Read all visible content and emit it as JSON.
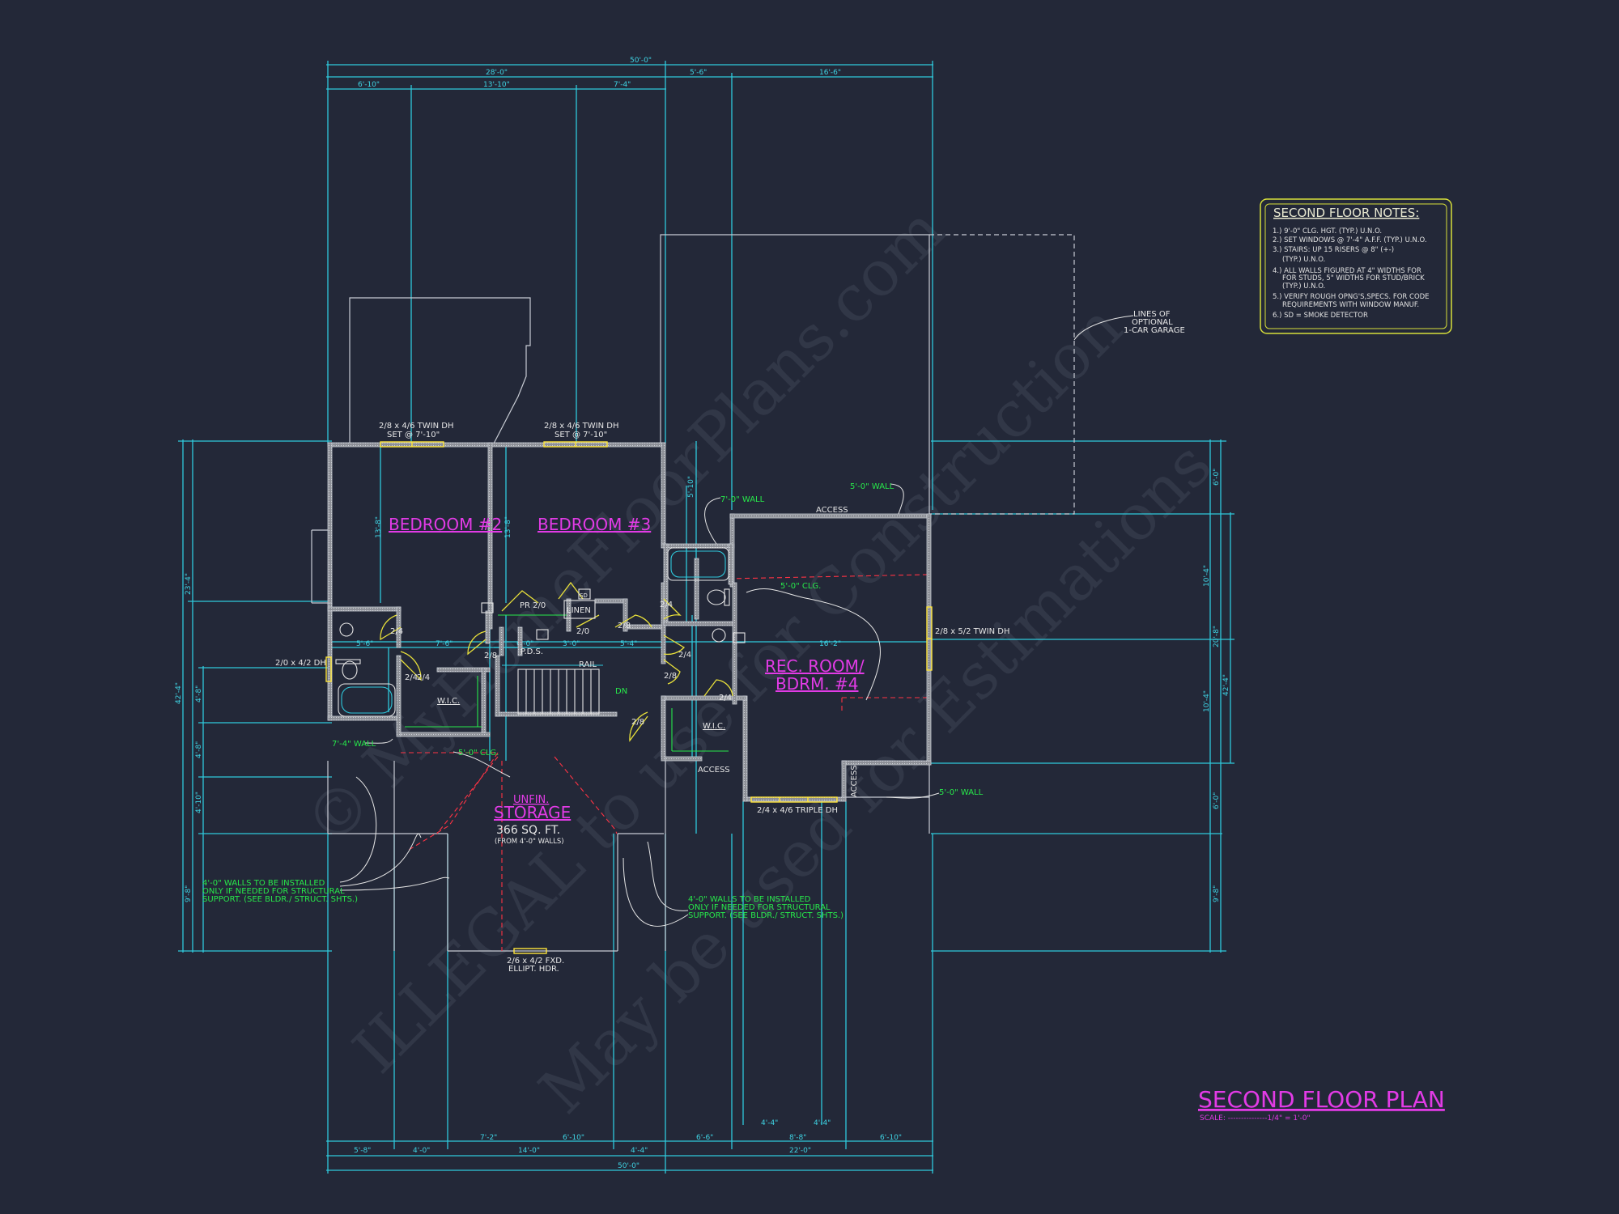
{
  "plan_title": "SECOND FLOOR PLAN",
  "plan_scale": "SCALE: ---------------1/4\" = 1'-0\"",
  "notes": {
    "title": "SECOND FLOOR NOTES:",
    "items": [
      "1.) 9'-0\" CLG. HGT. (TYP.) U.N.O.",
      "2.) SET WINDOWS @ 7'-4\" A.F.F. (TYP.) U.N.O.",
      "3.) STAIRS: UP 15 RISERS @ 8\" (+-)",
      "(TYP.) U.N.O.",
      "4.) ALL WALLS FIGURED AT 4\" WIDTHS FOR",
      "FOR STUDS, 5\" WIDTHS FOR STUD/BRICK",
      "(TYP.) U.N.O.",
      "5.) VERIFY ROUGH OPNG'S,SPECS. FOR CODE",
      "REQUIREMENTS WITH WINDOW MANUF.",
      "6.) SD = SMOKE DETECTOR"
    ]
  },
  "rooms": {
    "bedroom2": "BEDROOM #2",
    "bedroom3": "BEDROOM #3",
    "rec1": "REC. ROOM/",
    "rec2": "BDRM. #4",
    "unfin": "UNFIN.",
    "storage": "STORAGE",
    "sqft": "366 SQ. FT.",
    "from_walls": "(FROM 4'-0\" WALLS)"
  },
  "labels": {
    "garage1": "LINES OF",
    "garage2": "OPTIONAL",
    "garage3": "1-CAR GARAGE",
    "win_b2": "2/8 x 4/6 TWIN DH",
    "win_b2_set": "SET @ 7'-10\"",
    "win_b3": "2/8 x 4/6 TWIN DH",
    "win_b3_set": "SET @ 7'-10\"",
    "win_rec": "2/8 x 5/2 TWIN DH",
    "win_triple": "2/4 x 4/6 TRIPLE DH",
    "win_bath": "2/0 x 4/2 DH",
    "win_ellipt1": "2/6 x 4/2 FXD.",
    "win_ellipt2": "ELLIPT. HDR.",
    "access1": "ACCESS",
    "access2": "ACCESS",
    "access3": "ACCESS",
    "linen": "LINEN",
    "pds": "P.D.S.",
    "rail": "RAIL",
    "wic1": "W.I.C.",
    "wic2": "W.I.C.",
    "pr": "PR 2/0",
    "dn": "DN",
    "sd": "SD"
  },
  "green_notes": {
    "wall7a": "7'-0\" WALL",
    "wall5a": "5'-0\" WALL",
    "clg5a": "5'-0\" CLG.",
    "wall7b": "7'-4\" WALL",
    "clg5b": "5'-0\" CLG.",
    "wall5b": "5'-0\" WALL",
    "left1": "4'-0\" WALLS TO BE INSTALLED",
    "left2": "ONLY IF NEEDED FOR STRUCTURAL",
    "left3": "SUPPORT. (SEE BLDR./ STRUCT. SHTS.)",
    "right1": "4'-0\" WALLS TO BE INSTALLED",
    "right2": "ONLY IF NEEDED FOR STRUCTURAL",
    "right3": "SUPPORT. (SEE BLDR./ STRUCT. SHTS.)"
  },
  "dims": {
    "top_total": "50'-0\"",
    "top_a": "28'-0\"",
    "top_b": "5'-6\"",
    "top_c": "16'-6\"",
    "top_d": "6'-10\"",
    "top_e": "13'-10\"",
    "top_f": "7'-4\"",
    "bot_total": "50'-0\"",
    "bot_a": "5'-8\"",
    "bot_b": "4'-0\"",
    "bot_c": "14'-0\"",
    "bot_d": "4'-4\"",
    "bot_e": "22'-0\"",
    "bot_f": "6'-10\"",
    "bot_g": "7'-2\"",
    "bot_h": "6'-10\"",
    "bot_i": "6'-6\"",
    "bot_j": "8'-8\"",
    "bot_k": "4'-4\"",
    "bot_l": "4'-4\"",
    "left_total": "42'-4\"",
    "left_a": "23'-4\"",
    "left_b": "4'-8\"",
    "left_c": "4'-8\"",
    "left_d": "4'-10\"",
    "left_e": "9'-8\"",
    "right_total": "42'-4\"",
    "right_a": "6'-0\"",
    "right_b": "10'-4\"",
    "right_c": "20'-8\"",
    "right_d": "10'-4\"",
    "right_e": "6'-0\"",
    "right_f": "9'-8\"",
    "r1": "13'-8\"",
    "r2": "13'-8\"",
    "r3": "16'-2\"",
    "r4": "7'-6\"",
    "r5": "5'-6\"",
    "r6": "6'-0\"",
    "r7": "3'-0\"",
    "r8": "5'-4\"",
    "r9": "5'-10\""
  },
  "doors": [
    "2/4",
    "2/4",
    "2/8",
    "2/0",
    "2/8",
    "2/4",
    "2/8",
    "2/4",
    "2/4",
    "2/8",
    "2/4"
  ],
  "watermark": {
    "line1": "© MyHomeFloorPlans.com",
    "line2": "ILLEGAL to use for Construction",
    "line3": "May be used for Estimations"
  }
}
